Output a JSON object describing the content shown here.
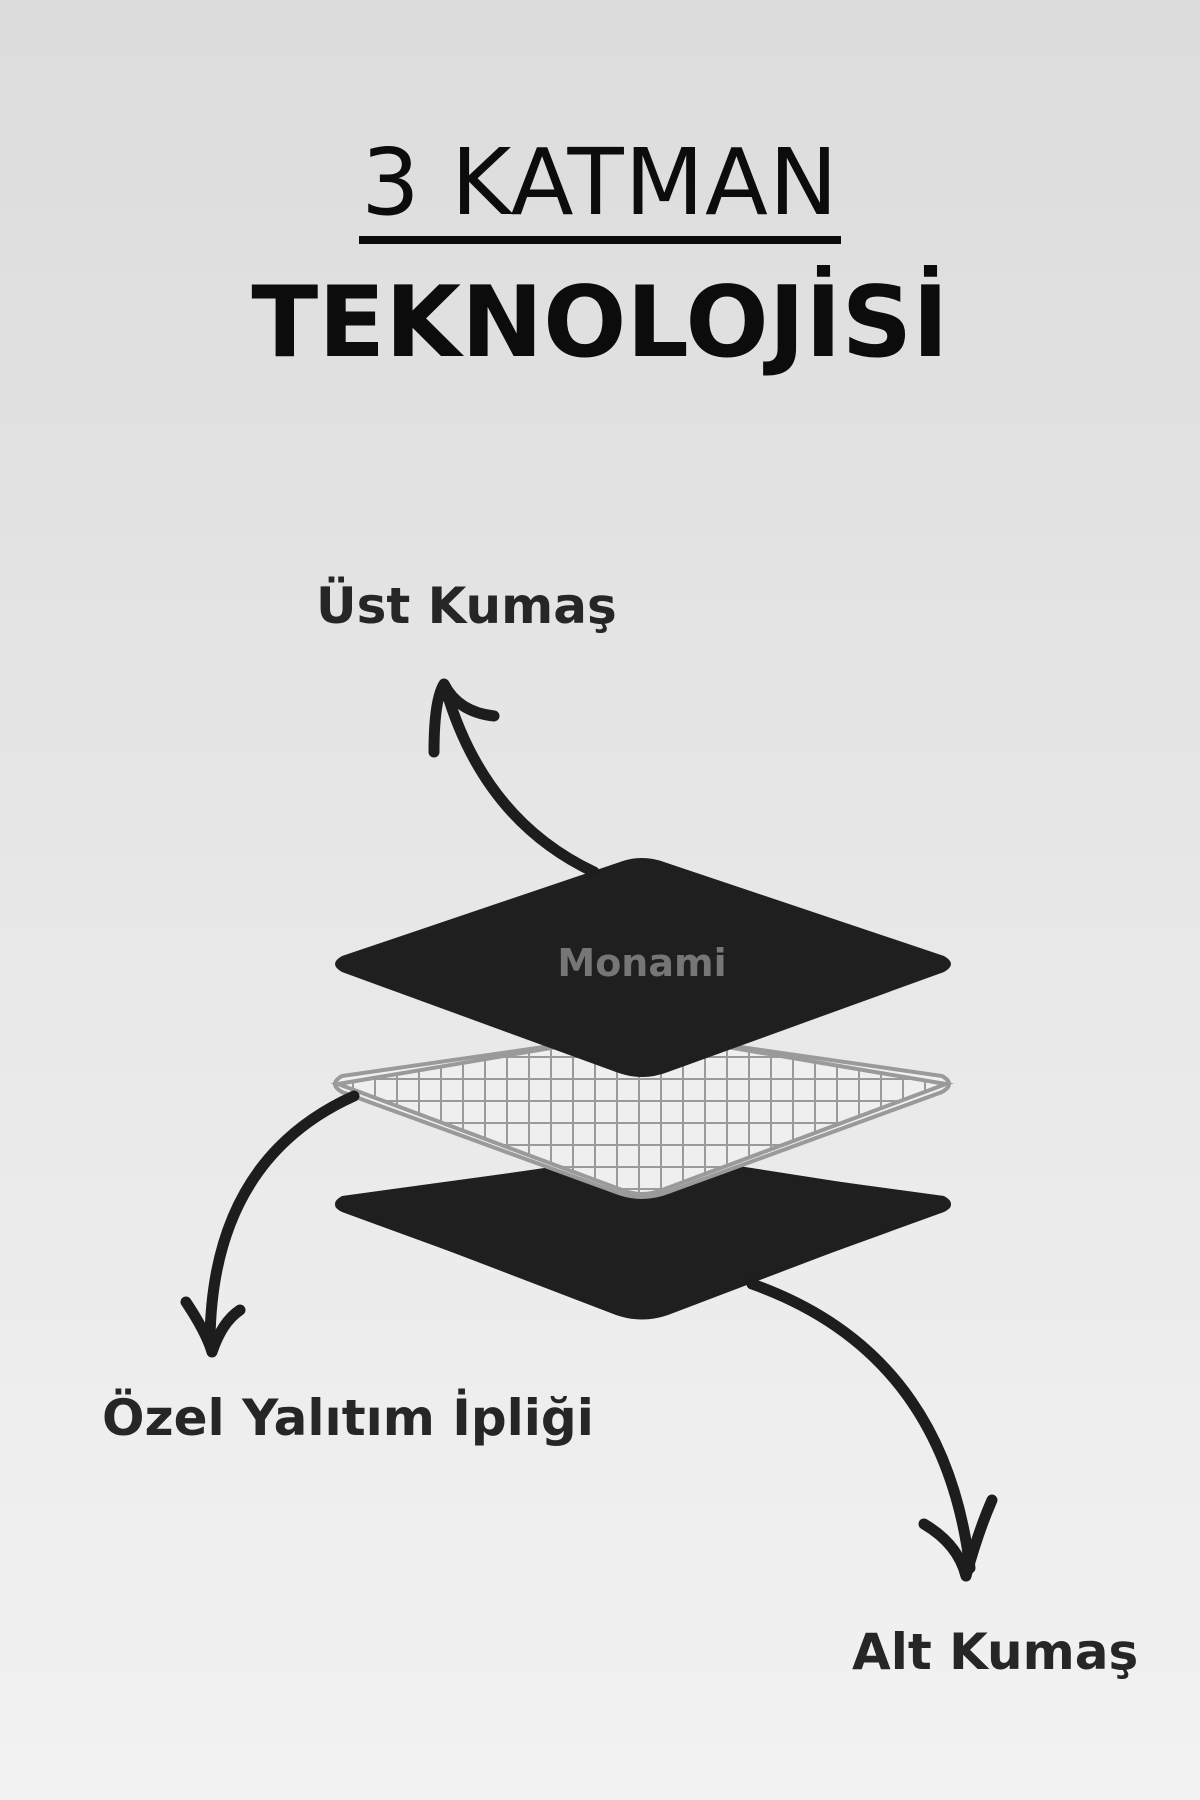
{
  "title": {
    "line1": "3 KATMAN",
    "line2": "TEKNOLOJİSİ"
  },
  "layers": {
    "top": {
      "label": "Üst Kumaş",
      "brand": "Monami"
    },
    "middle": {
      "label": "Özel Yalıtım İpliği"
    },
    "bottom": {
      "label": "Alt Kumaş"
    }
  },
  "colors": {
    "layer_fill": "#1f1f1f",
    "mesh_stroke": "#9a9a9a",
    "arrow": "#1d1d1d",
    "brand_text": "#767676"
  }
}
